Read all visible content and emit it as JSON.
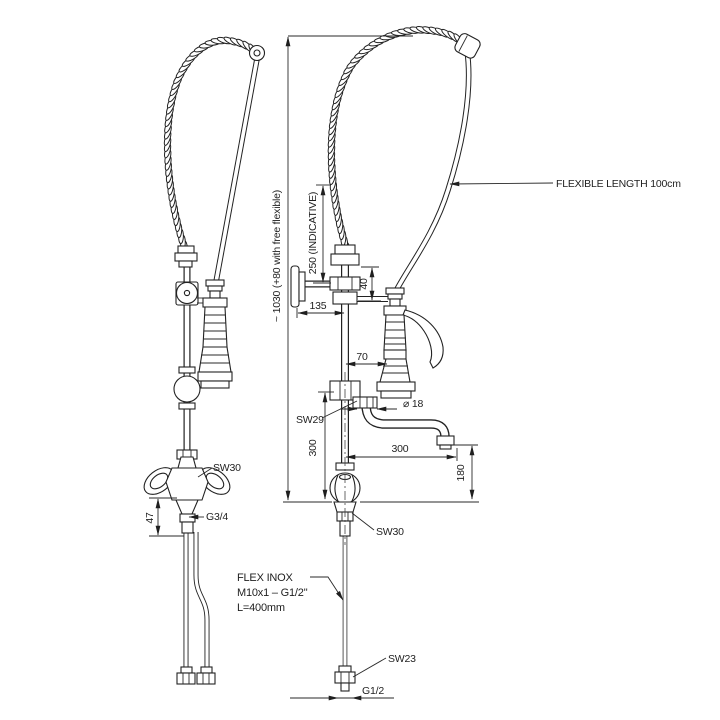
{
  "page": {
    "background": "#ffffff",
    "ink": "#1f1f1f"
  },
  "figure_left": {
    "labels": {
      "sw30": "SW30",
      "g34": "G3/4",
      "dim47": "47"
    }
  },
  "figure_right": {
    "labels": {
      "flexible_length": "FLEXIBLE LENGTH 100cm",
      "overall_height": "~ 1030 (+80 with free flexible)",
      "coil_indicative": "250 (INDICATIVE)",
      "dim135": "135",
      "dim40": "40",
      "dim70": "70",
      "diameter18": "⌀ 18",
      "dim300_spout": "300",
      "dim300_riser": "300",
      "dim180": "180",
      "sw29": "SW29",
      "sw30": "SW30",
      "sw23": "SW23",
      "g12": "G1/2",
      "note": [
        "FLEX INOX",
        "M10x1 – G1/2\"",
        "L=400mm"
      ]
    }
  }
}
